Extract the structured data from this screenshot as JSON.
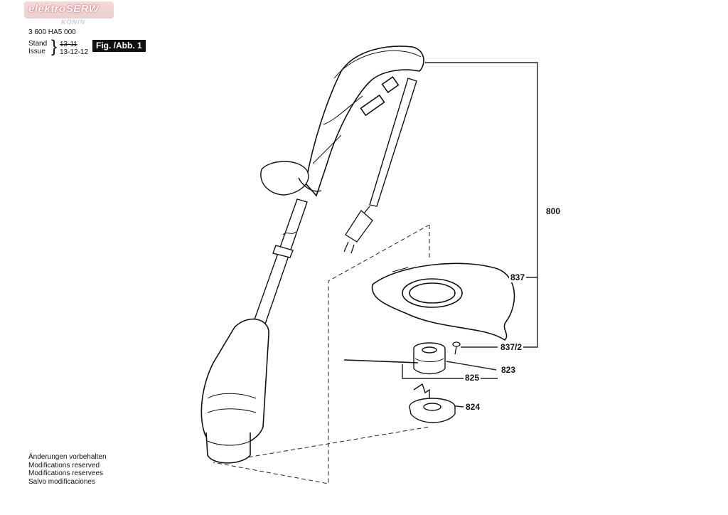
{
  "header": {
    "logo_main": "elektroSERW",
    "logo_sub": "KONIN",
    "doc_number": "3 600 HA5 000",
    "stand_label": "Stand",
    "issue_label": "Issue",
    "old_date": "13-11",
    "new_date": "13-12-12",
    "figure_label": "Fig. /Abb. 1"
  },
  "callouts": [
    "800",
    "837",
    "837/2",
    "823",
    "825",
    "824"
  ],
  "notes": [
    "Änderungen vorbehalten",
    "Modifications reserved",
    "Modifications reservees",
    "Salvo modificaciones"
  ]
}
